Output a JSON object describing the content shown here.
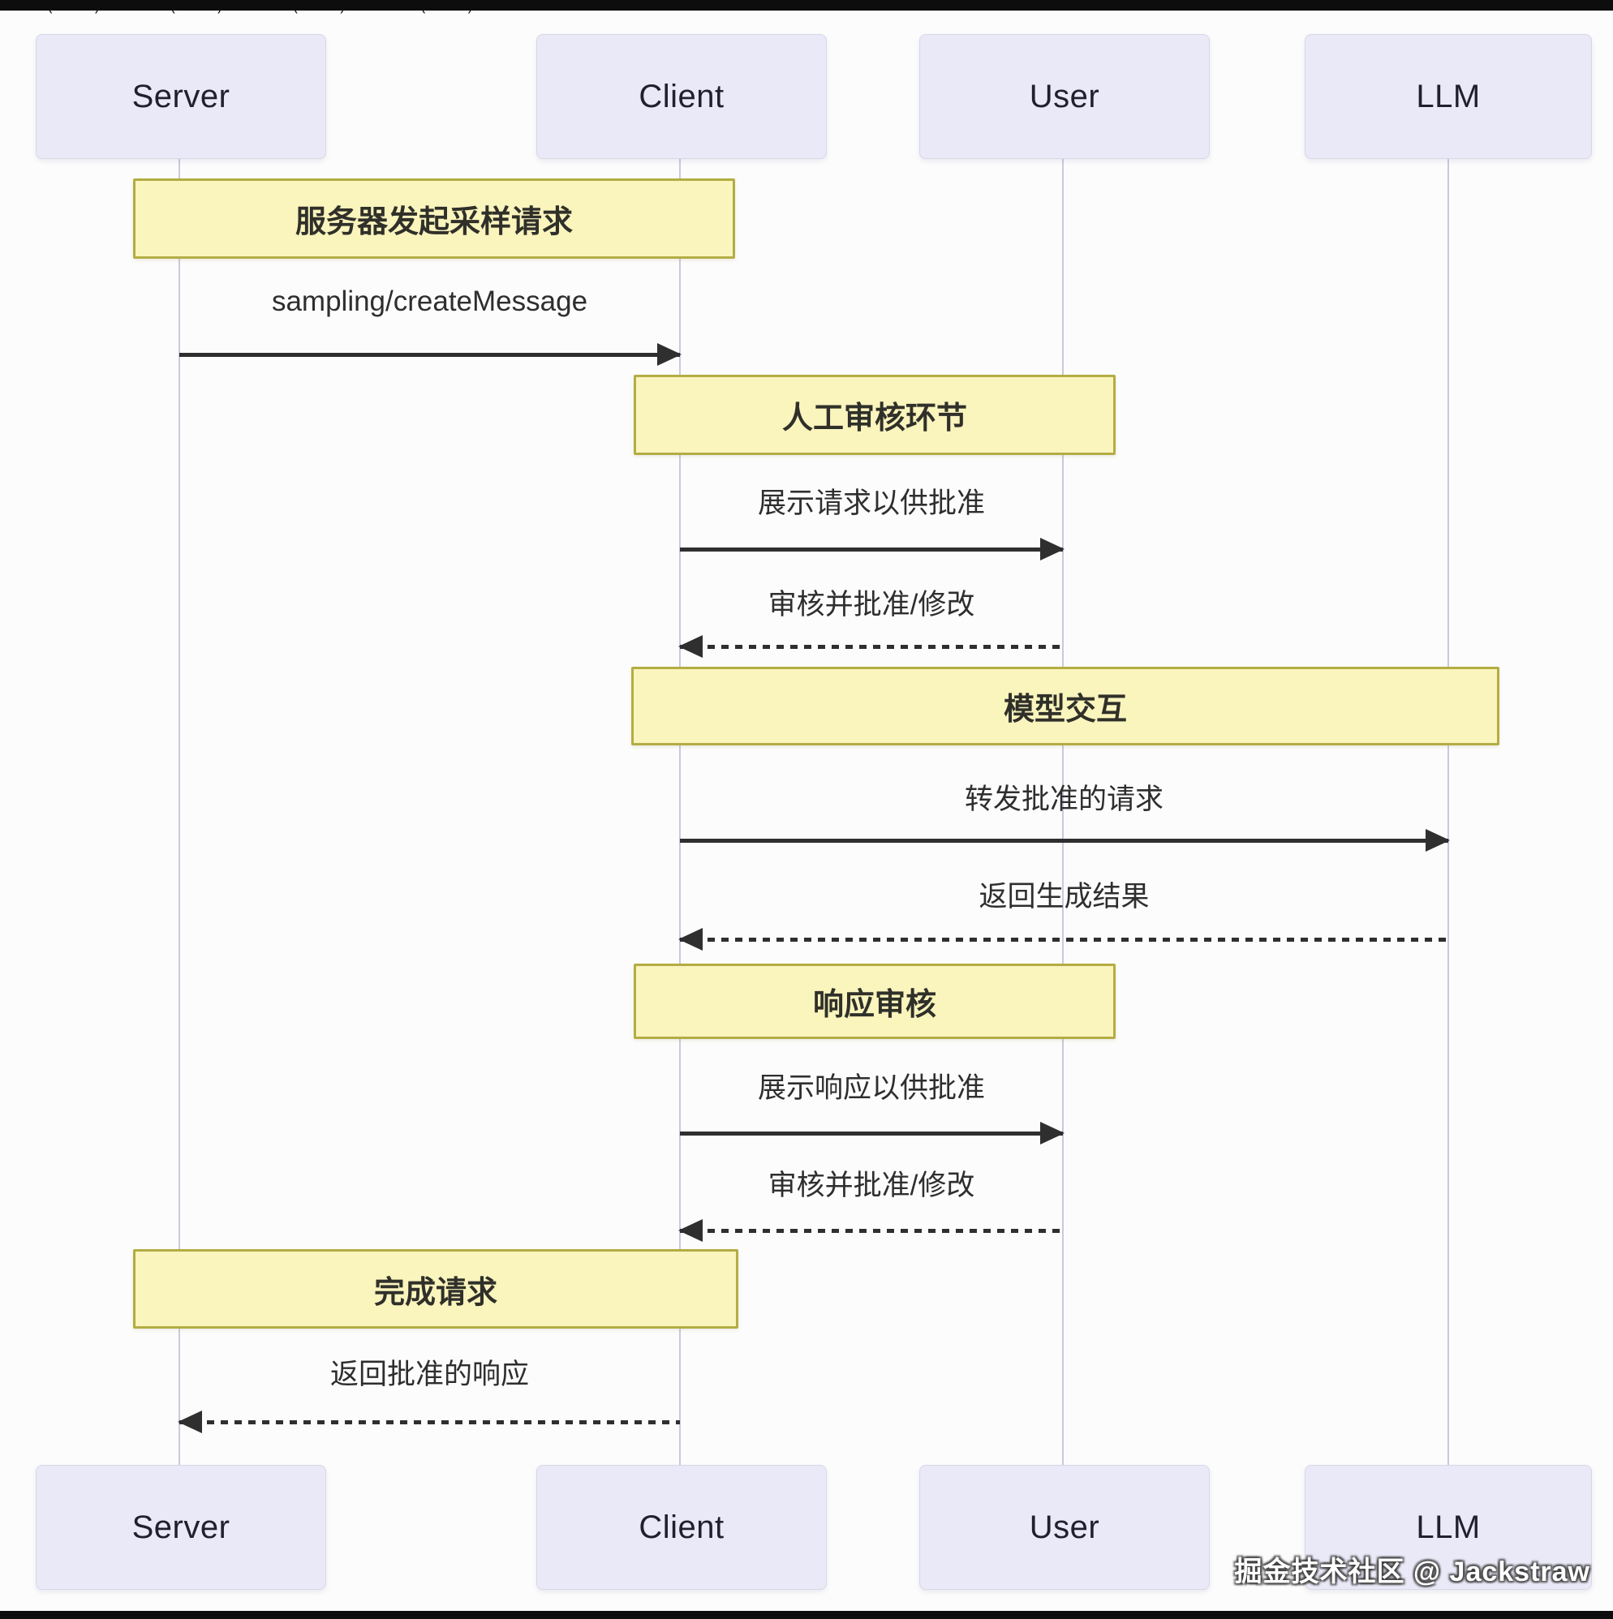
{
  "diagram": {
    "type": "sequence",
    "participants": [
      {
        "name": "Server"
      },
      {
        "name": "Client"
      },
      {
        "name": "User"
      },
      {
        "name": "LLM"
      }
    ],
    "notes": [
      {
        "label": "服务器发起采样请求",
        "over": "Server,Client"
      },
      {
        "label": "人工审核环节",
        "over": "Client,User"
      },
      {
        "label": "模型交互",
        "over": "Client,LLM"
      },
      {
        "label": "响应审核",
        "over": "Client,User"
      },
      {
        "label": "完成请求",
        "over": "Server,Client"
      }
    ],
    "messages": [
      {
        "label": "sampling/createMessage",
        "from": "Server",
        "to": "Client",
        "style": "solid"
      },
      {
        "label": "展示请求以供批准",
        "from": "Client",
        "to": "User",
        "style": "solid"
      },
      {
        "label": "审核并批准/修改",
        "from": "User",
        "to": "Client",
        "style": "dashed"
      },
      {
        "label": "转发批准的请求",
        "from": "Client",
        "to": "LLM",
        "style": "solid"
      },
      {
        "label": "返回生成结果",
        "from": "LLM",
        "to": "Client",
        "style": "dashed"
      },
      {
        "label": "展示响应以供批准",
        "from": "Client",
        "to": "User",
        "style": "solid"
      },
      {
        "label": "审核并批准/修改",
        "from": "User",
        "to": "Client",
        "style": "dashed"
      },
      {
        "label": "返回批准的响应",
        "from": "Client",
        "to": "Server",
        "style": "dashed"
      }
    ],
    "watermark": "掘金技术社区 @ Jackstraw",
    "colors": {
      "participant_fill": "#e9e9f7",
      "note_fill": "#faf4bd",
      "note_border": "#b3ad44",
      "arrow": "#2f2f2f"
    }
  }
}
